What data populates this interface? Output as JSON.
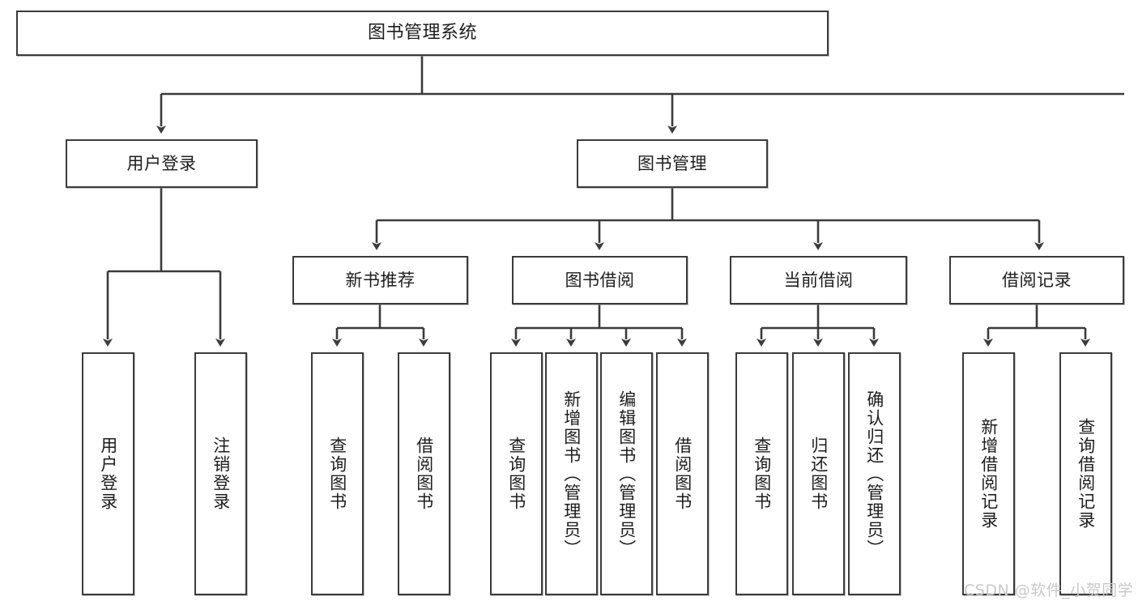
{
  "diagram": {
    "type": "tree-hierarchy-chart",
    "title": "图书管理系统",
    "line_color": "#3b3b3b",
    "box_fill": "#ffffff",
    "text_color": "#1d1d1d",
    "levels": 4,
    "root": {
      "label": "图书管理系统"
    },
    "level2": [
      {
        "label": "用户登录"
      },
      {
        "label": "图书管理"
      }
    ],
    "level3": [
      {
        "label": "新书推荐"
      },
      {
        "label": "图书借阅"
      },
      {
        "label": "当前借阅"
      },
      {
        "label": "借阅记录"
      }
    ],
    "leaves": {
      "user_login": [
        {
          "label": "用户登录"
        },
        {
          "label": "注销登录"
        }
      ],
      "new_book_recommend": [
        {
          "label": "查询图书"
        },
        {
          "label": "借阅图书"
        }
      ],
      "book_borrow": [
        {
          "label": "查询图书"
        },
        {
          "label": "新增图书（管理员）"
        },
        {
          "label": "编辑图书（管理员）"
        },
        {
          "label": "借阅图书"
        }
      ],
      "current_borrow": [
        {
          "label": "查询图书"
        },
        {
          "label": "归还图书"
        },
        {
          "label": "确认归还（管理员）"
        }
      ],
      "borrow_records": [
        {
          "label": "新增借阅记录"
        },
        {
          "label": "查询借阅记录"
        }
      ]
    }
  },
  "watermark": {
    "text": "CSDN @软件_小贺同学",
    "color": "#c9c9c9"
  }
}
